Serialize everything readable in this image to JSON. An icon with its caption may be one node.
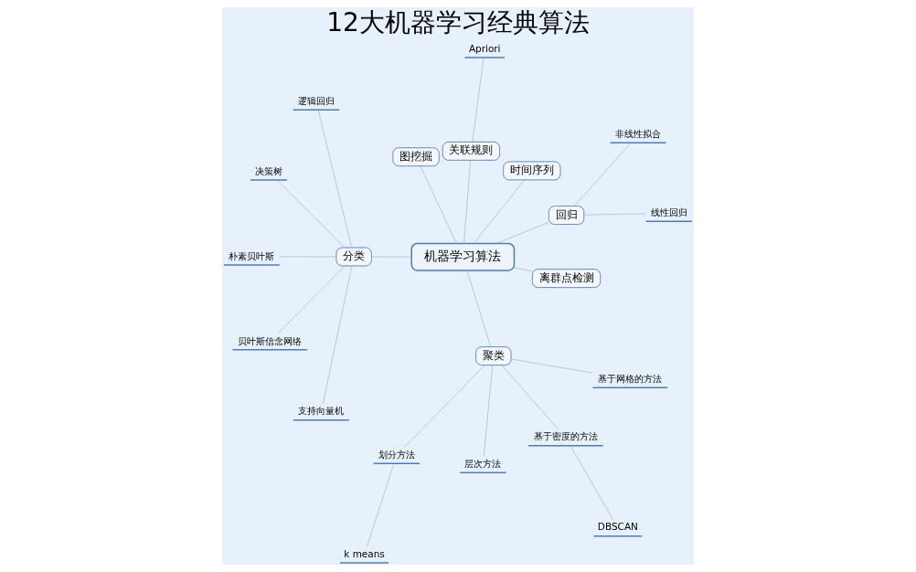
{
  "diagram": {
    "title": "12大机器学习经典算法",
    "nodes": [
      {
        "text": [
          "机器学习算法"
        ]
      },
      {
        "text": [
          "回归"
        ]
      },
      {
        "text": [
          "线性回归"
        ]
      },
      {
        "text": [
          "非线性拟合"
        ]
      },
      {
        "text": [
          "时间序列"
        ]
      },
      {
        "text": [
          "关联规则"
        ]
      },
      {
        "text": [
          "Apriori"
        ]
      },
      {
        "text": [
          "图挖掘"
        ]
      },
      {
        "text": [
          "分类"
        ]
      },
      {
        "text": [
          "逻辑回归"
        ]
      },
      {
        "text": [
          "决策树"
        ]
      },
      {
        "text": [
          "朴素贝叶斯"
        ]
      },
      {
        "text": [
          "贝叶斯信念网络"
        ]
      },
      {
        "text": [
          "支持向量机"
        ]
      },
      {
        "text": [
          "聚类"
        ]
      },
      {
        "text": [
          "划分方法"
        ]
      },
      {
        "text": [
          "k means"
        ]
      },
      {
        "text": [
          "层次方法"
        ]
      },
      {
        "text": [
          "基于密度的方法"
        ]
      },
      {
        "text": [
          "DBSCAN"
        ]
      },
      {
        "text": [
          "基于网格的方法"
        ]
      },
      {
        "text": [
          "离群点检测"
        ]
      }
    ],
    "edges": [
      {
        "from": 0,
        "to": 1,
        "arrow": "none"
      },
      {
        "from": 1,
        "to": 2,
        "arrow": "none"
      },
      {
        "from": 1,
        "to": 3,
        "arrow": "none"
      },
      {
        "from": 0,
        "to": 4,
        "arrow": "none"
      },
      {
        "from": 0,
        "to": 5,
        "arrow": "none"
      },
      {
        "from": 5,
        "to": 6,
        "arrow": "none"
      },
      {
        "from": 0,
        "to": 7,
        "arrow": "none"
      },
      {
        "from": 0,
        "to": 8,
        "arrow": "none"
      },
      {
        "from": 8,
        "to": 9,
        "arrow": "none"
      },
      {
        "from": 8,
        "to": 10,
        "arrow": "none"
      },
      {
        "from": 8,
        "to": 11,
        "arrow": "none"
      },
      {
        "from": 8,
        "to": 12,
        "arrow": "none"
      },
      {
        "from": 8,
        "to": 13,
        "arrow": "none"
      },
      {
        "from": 0,
        "to": 14,
        "arrow": "none"
      },
      {
        "from": 14,
        "to": 15,
        "arrow": "none"
      },
      {
        "from": 15,
        "to": 16,
        "arrow": "none"
      },
      {
        "from": 14,
        "to": 17,
        "arrow": "none"
      },
      {
        "from": 14,
        "to": 18,
        "arrow": "none"
      },
      {
        "from": 18,
        "to": 19,
        "arrow": "none"
      },
      {
        "from": 14,
        "to": 20,
        "arrow": "none"
      },
      {
        "from": 0,
        "to": 21,
        "arrow": "none"
      }
    ]
  }
}
